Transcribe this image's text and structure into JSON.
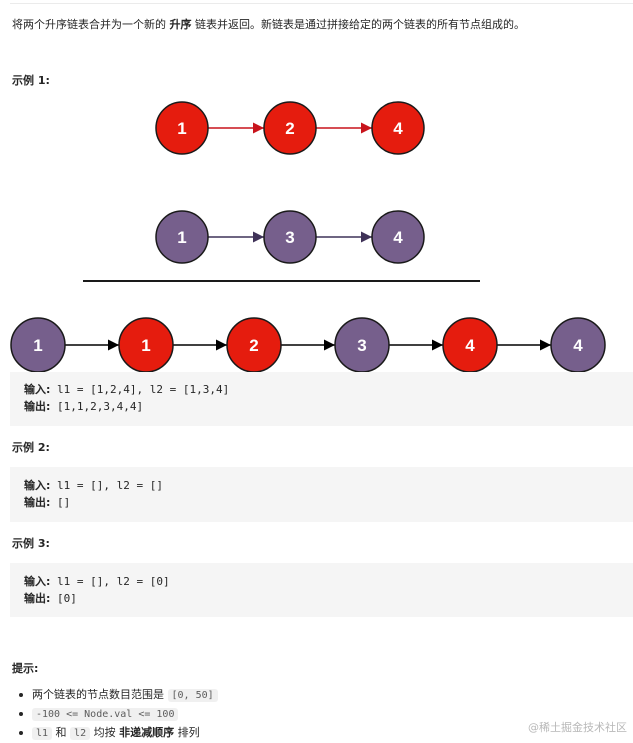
{
  "problem": {
    "desc_before": "将两个升序链表合并为一个新的 ",
    "desc_bold": "升序",
    "desc_after": " 链表并返回。新链表是通过拼接给定的两个链表的所有节点组成的。"
  },
  "example1": {
    "title": "示例 1:",
    "diagram": {
      "list1": [
        1,
        2,
        4
      ],
      "list2": [
        1,
        3,
        4
      ],
      "merged": [
        1,
        1,
        2,
        3,
        4,
        4
      ],
      "merged_colors": [
        "purple",
        "red",
        "red",
        "purple",
        "red",
        "purple"
      ]
    },
    "input_key": "输入:",
    "input_val": " l1 = [1,2,4], l2 = [1,3,4]",
    "output_key": "输出:",
    "output_val": " [1,1,2,3,4,4]"
  },
  "example2": {
    "title": "示例 2:",
    "input_key": "输入:",
    "input_val": " l1 = [], l2 = []",
    "output_key": "输出:",
    "output_val": " []"
  },
  "example3": {
    "title": "示例 3:",
    "input_key": "输入:",
    "input_val": " l1 = [], l2 = [0]",
    "output_key": "输出:",
    "output_val": " [0]"
  },
  "hints": {
    "title": "提示:",
    "h1_text": "两个链表的节点数目范围是 ",
    "h1_code": "[0, 50]",
    "h2_code": "-100 <= Node.val <= 100",
    "h3_code1": "l1",
    "h3_and": " 和 ",
    "h3_code2": "l2",
    "h3_text1": " 均按 ",
    "h3_bold": "非递减顺序",
    "h3_text2": " 排列"
  },
  "watermark": "@稀土掘金技术社区",
  "colors": {
    "red_node": "#e51c0e",
    "purple_node": "#765f8c",
    "red_arrow": "#c8141c",
    "purple_arrow": "#3f3258",
    "dark_arrow": "#000000"
  }
}
